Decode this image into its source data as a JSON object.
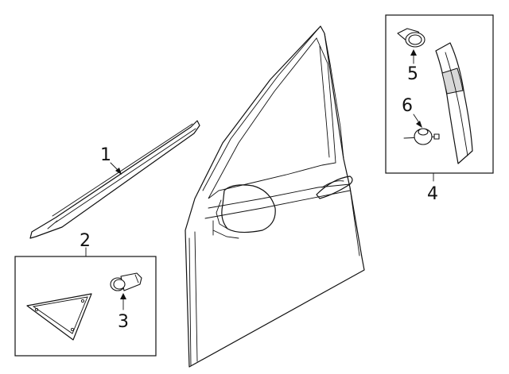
{
  "diagram": {
    "callouts": [
      {
        "id": "1",
        "label": "1"
      },
      {
        "id": "2",
        "label": "2"
      },
      {
        "id": "3",
        "label": "3"
      },
      {
        "id": "4",
        "label": "4"
      },
      {
        "id": "5",
        "label": "5"
      },
      {
        "id": "6",
        "label": "6"
      }
    ],
    "stroke_color": "#111111",
    "background_color": "#ffffff"
  }
}
